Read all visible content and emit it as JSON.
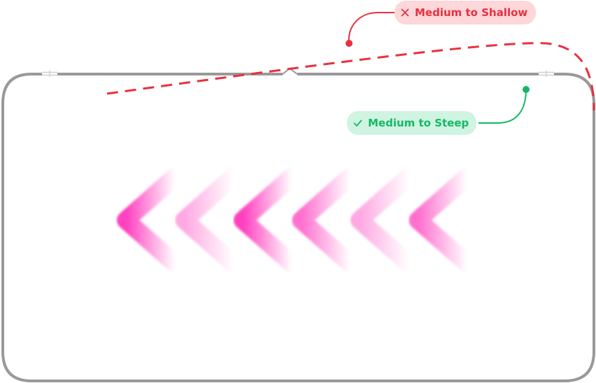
{
  "labels": {
    "bad": {
      "text": "Medium to Shallow",
      "icon": "cross-icon",
      "text_color": "#e8303f",
      "bg_color": "#fdd7da"
    },
    "good": {
      "text": "Medium to Steep",
      "icon": "check-icon",
      "text_color": "#15b866",
      "bg_color": "#cff4e1"
    }
  },
  "colors": {
    "frame": "#999999",
    "chevron": "#ff3fbf",
    "bad_curve": "#e8303f",
    "good_curve": "#15b866"
  },
  "chevrons": [
    {
      "opacity": 1.0
    },
    {
      "opacity": 0.45
    },
    {
      "opacity": 1.0
    },
    {
      "opacity": 0.75
    },
    {
      "opacity": 0.45
    },
    {
      "opacity": 0.75
    }
  ]
}
